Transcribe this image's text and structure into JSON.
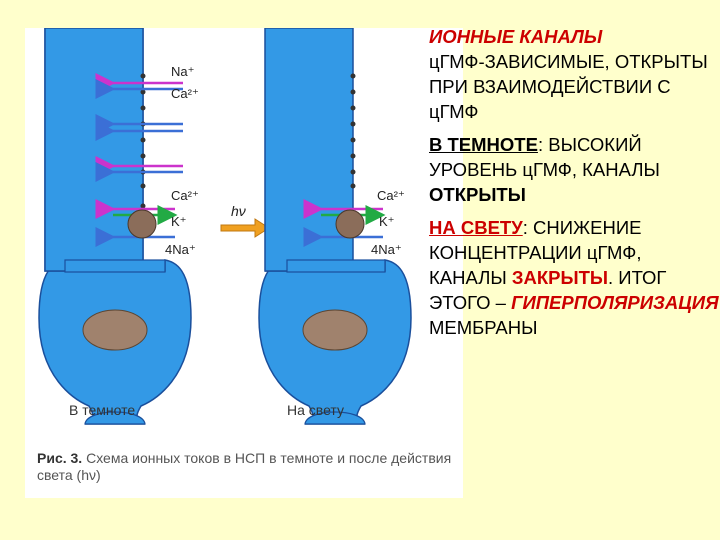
{
  "figure": {
    "ions": {
      "na": "Na⁺",
      "ca2": "Ca²⁺",
      "k": "K⁺",
      "na4": "4Na⁺"
    },
    "hv": "hν",
    "label_dark": "В темноте",
    "label_light": "На свету",
    "caption_bold": "Рис. 3.",
    "caption_text": " Схема ионных токов в НСП в темноте и после действия света (hν)"
  },
  "text": {
    "title": "ИОННЫЕ КАНАЛЫ",
    "para1": "цГМФ-ЗАВИСИМЫЕ, ОТКРЫТЫ ПРИ ВЗАИМОДЕЙСТВИИ С цГМФ",
    "dark_heading": "В ТЕМНОТЕ",
    "dark_rest": ": ВЫСОКИЙ УРОВЕНЬ цГМФ, КАНАЛЫ ",
    "dark_open": "ОТКРЫТЫ",
    "light_heading": "НА СВЕТУ",
    "light_rest": ": СНИЖЕНИЕ КОНЦЕНТРАЦИИ цГМФ, КАНАЛЫ ",
    "light_closed": "ЗАКРЫТЫ",
    "light_dot": ". ИТОГ ЭТОГО – ",
    "hyper": "ГИПЕРПОЛЯРИЗАЦИЯ",
    "membrane": " МЕМБРАНЫ"
  },
  "colors": {
    "cell_fill": "#3399e6",
    "cell_stroke": "#1a4f9c",
    "na_arrow": "#3b6fd6",
    "ca_arrow": "#cc33cc",
    "k_arrow": "#22aa44",
    "nucleus": "#a0826d",
    "hv_arrow": "#f0a020"
  }
}
